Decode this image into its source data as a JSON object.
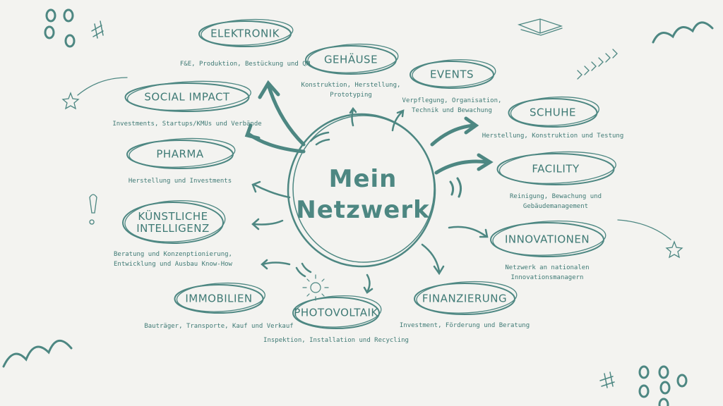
{
  "center": {
    "line1": "Mein",
    "line2": "Netzwerk"
  },
  "nodes": [
    {
      "label": "ELEKTRONIK",
      "desc": [
        "F&E, Produktion, Bestückung und QM"
      ]
    },
    {
      "label": "GEHÄUSE",
      "desc": [
        "Konstruktion, Herstellung,",
        "Prototyping"
      ]
    },
    {
      "label": "EVENTS",
      "desc": [
        "Verpflegung, Organisation,",
        "Technik und Bewachung"
      ]
    },
    {
      "label": "SOCIAL IMPACT",
      "desc": [
        "Investments, Startups/KMUs und Verbände"
      ]
    },
    {
      "label": "SCHUHE",
      "desc": [
        "Herstellung, Konstruktion und Testung"
      ]
    },
    {
      "label": "PHARMA",
      "desc": [
        "Herstellung und Investments"
      ]
    },
    {
      "label": "FACILITY",
      "desc": [
        "Reinigung, Bewachung und",
        "Gebäudemanagement"
      ]
    },
    {
      "label": "KÜNSTLICHE INTELLIGENZ",
      "desc": [
        "Beratung und Konzenptionierung,",
        "Entwicklung und Ausbau Know-How"
      ]
    },
    {
      "label": "INNOVATIONEN",
      "desc": [
        "Netzwerk an nationalen",
        "Innovationsmanagern"
      ]
    },
    {
      "label": "IMMOBILIEN",
      "desc": [
        "Bauträger, Transporte, Kauf und Verkauf"
      ]
    },
    {
      "label": "PHOTOVOLTAIK",
      "desc": [
        "Inspektion, Installation und Recycling"
      ]
    },
    {
      "label": "FINANZIERUNG",
      "desc": [
        "Investment, Förderung und Beratung"
      ]
    }
  ],
  "colors": {
    "accent": "#4d8782",
    "background": "#f3f3f0"
  }
}
